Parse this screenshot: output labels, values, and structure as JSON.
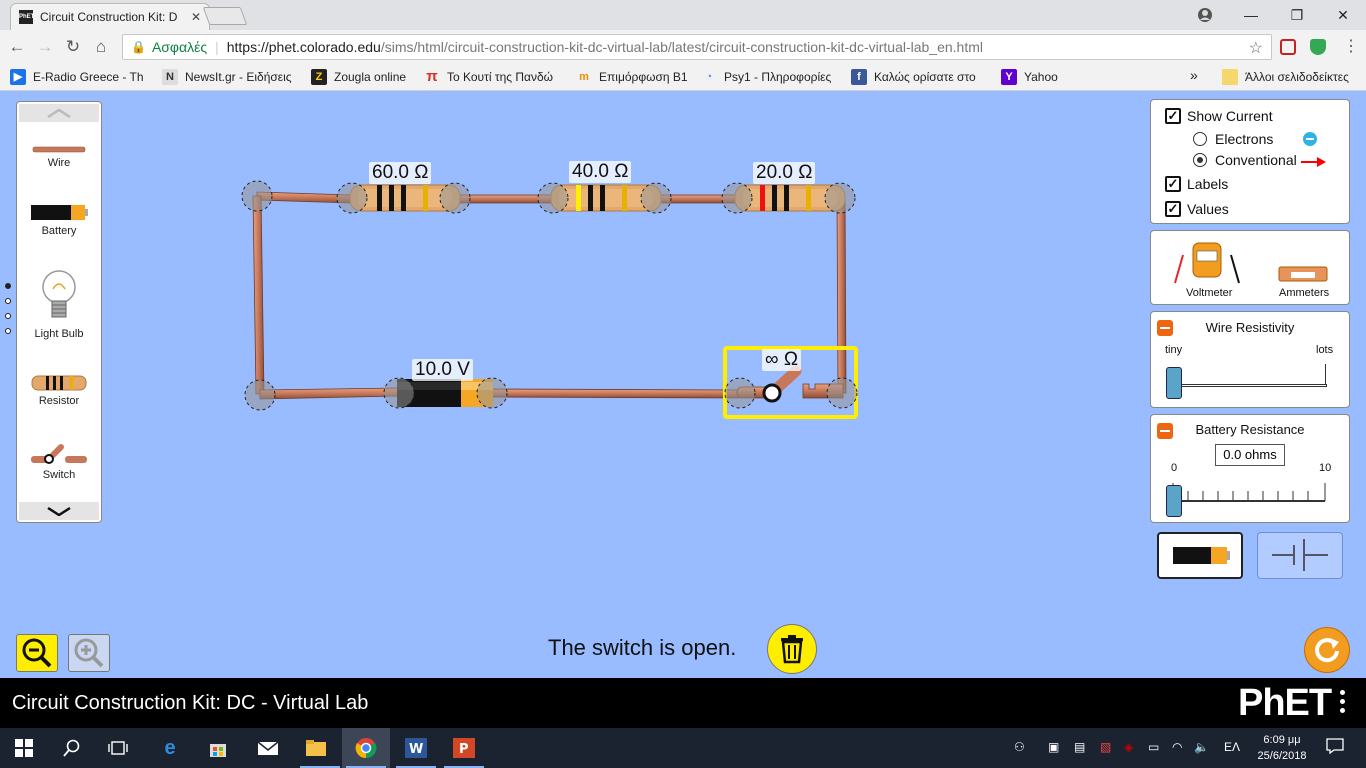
{
  "browser": {
    "tab_title": "Circuit Construction Kit: D",
    "tab_favicon_text": "PhET",
    "secure_label": "Ασφαλές",
    "url_host": "https://phet.colorado.edu",
    "url_path": "/sims/html/circuit-construction-kit-dc-virtual-lab/latest/circuit-construction-kit-dc-virtual-lab_en.html",
    "bookmarks": [
      {
        "label": "E-Radio Greece - Th",
        "icon": "play-icon",
        "color": "#1a73e8"
      },
      {
        "label": "NewsIt.gr - Ειδήσεις",
        "icon": "newsit-icon",
        "color": "#555555"
      },
      {
        "label": "Zougla online",
        "icon": "zougla-icon",
        "color": "#222222"
      },
      {
        "label": "Το Κουτί της Πανδώ",
        "icon": "pi-icon",
        "color": "#d93025"
      },
      {
        "label": "Επιμόρφωση Β1",
        "icon": "moodle-icon",
        "color": "#f28b00"
      },
      {
        "label": "Psy1 - Πληροφορίες",
        "icon": "psy-icon",
        "color": "#4a90d9"
      },
      {
        "label": "Καλώς ορίσατε στο",
        "icon": "facebook-icon",
        "color": "#3b5998"
      },
      {
        "label": "Yahoo",
        "icon": "yahoo-icon",
        "color": "#5f01d1"
      }
    ],
    "bookmarks_more": "»",
    "other_bookmarks": "Άλλοι σελιδοδείκτες"
  },
  "toolbox": {
    "items": [
      {
        "label": "Wire"
      },
      {
        "label": "Battery"
      },
      {
        "label": "Light Bulb"
      },
      {
        "label": "Resistor"
      },
      {
        "label": "Switch"
      }
    ]
  },
  "circuit": {
    "resistor_1": "60.0 Ω",
    "resistor_2": "40.0 Ω",
    "resistor_3": "20.0 Ω",
    "battery": "10.0 V",
    "switch": "∞ Ω"
  },
  "display_panel": {
    "show_current": "Show Current",
    "electrons": "Electrons",
    "conventional": "Conventional",
    "labels": "Labels",
    "values": "Values"
  },
  "meters": {
    "voltmeter": "Voltmeter",
    "ammeters": "Ammeters"
  },
  "wire_resistivity": {
    "title": "Wire Resistivity",
    "min_label": "tiny",
    "max_label": "lots",
    "level": 0
  },
  "battery_resistance": {
    "title": "Battery Resistance",
    "readout": "0.0 ohms",
    "min_label": "0",
    "max_label": "10",
    "value": 0
  },
  "status_text": "The switch is open.",
  "sim_title": "Circuit Construction Kit: DC - Virtual Lab",
  "phet_logo": "PhET",
  "tray": {
    "language": "ΕΛ",
    "time": "6:09 μμ",
    "date": "25/6/2018"
  },
  "colors": {
    "sim_background": "#99bbff",
    "wire": "#c8785a",
    "selection": "#ffee00",
    "reset": "#f29d1f",
    "current_arrow": "#ff0000"
  }
}
